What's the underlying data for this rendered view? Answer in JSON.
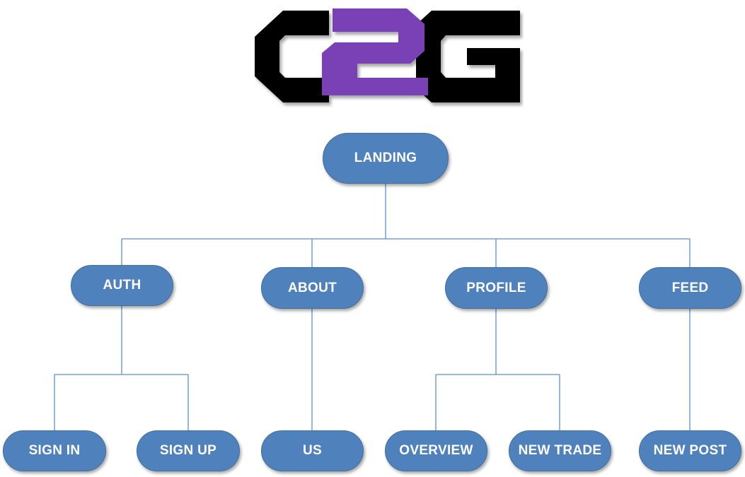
{
  "colors": {
    "node_fill": "#4f81bd",
    "node_border": "#41719c",
    "connector": "#5b8fd0",
    "logo_black": "#000000",
    "logo_purple": "#7a3fb5"
  },
  "logo": {
    "text": "C2G"
  },
  "nodes": {
    "landing": "LANDING",
    "auth": "AUTH",
    "about": "ABOUT",
    "profile": "PROFILE",
    "feed": "FEED",
    "sign_in": "SIGN IN",
    "sign_up": "SIGN UP",
    "us": "US",
    "overview": "OVERVIEW",
    "new_trade": "NEW TRADE",
    "new_post": "NEW POST"
  }
}
